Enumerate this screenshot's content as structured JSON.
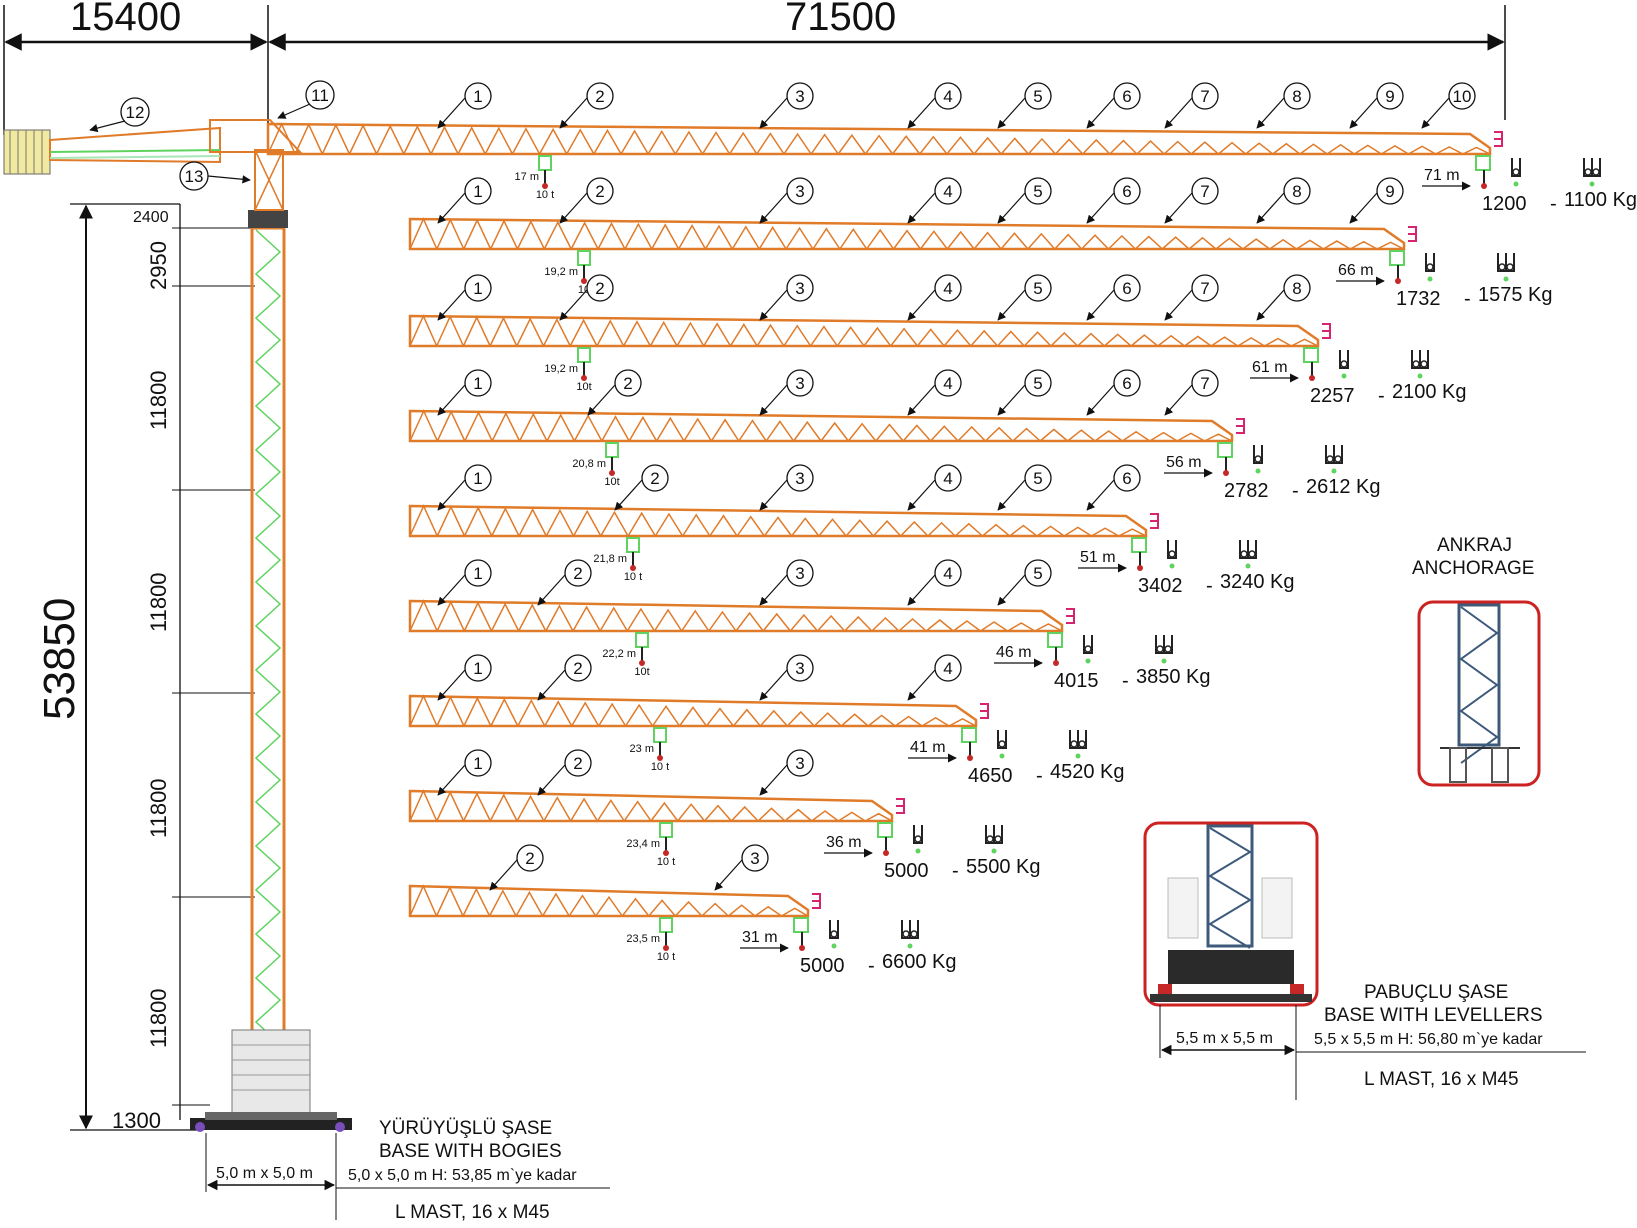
{
  "top_dims": {
    "counter": "15400",
    "main": "71500"
  },
  "height_total": "53850",
  "mast_dims": [
    "2400",
    "2950",
    "11800",
    "11800",
    "11800",
    "11800",
    "1300"
  ],
  "tower_callouts": [
    "11",
    "12",
    "13"
  ],
  "jibs": [
    {
      "segments": [
        "1",
        "2",
        "3",
        "4",
        "5",
        "6",
        "7",
        "8",
        "9",
        "10"
      ],
      "radius": "71 m",
      "hook_pos": "17 m",
      "hook_load": "10 t",
      "load_single": "1200",
      "load_double": "1100 Kg"
    },
    {
      "segments": [
        "1",
        "2",
        "3",
        "4",
        "5",
        "6",
        "7",
        "8",
        "9"
      ],
      "radius": "66 m",
      "hook_pos": "19,2 m",
      "hook_load": "10",
      "load_single": "1732",
      "load_double": "1575 Kg"
    },
    {
      "segments": [
        "1",
        "2",
        "3",
        "4",
        "5",
        "6",
        "7",
        "8"
      ],
      "radius": "61 m",
      "hook_pos": "19,2 m",
      "hook_load": "10t",
      "load_single": "2257",
      "load_double": "2100 Kg"
    },
    {
      "segments": [
        "1",
        "2",
        "3",
        "4",
        "5",
        "6",
        "7"
      ],
      "radius": "56 m",
      "hook_pos": "20,8 m",
      "hook_load": "10t",
      "load_single": "2782",
      "load_double": "2612 Kg"
    },
    {
      "segments": [
        "1",
        "2",
        "3",
        "4",
        "5",
        "6"
      ],
      "radius": "51 m",
      "hook_pos": "21,8 m",
      "hook_load": "10 t",
      "load_single": "3402",
      "load_double": "3240 Kg"
    },
    {
      "segments": [
        "1",
        "2",
        "3",
        "4",
        "5"
      ],
      "radius": "46 m",
      "hook_pos": "22,2 m",
      "hook_load": "10t",
      "load_single": "4015",
      "load_double": "3850 Kg"
    },
    {
      "segments": [
        "1",
        "2",
        "3",
        "4"
      ],
      "radius": "41 m",
      "hook_pos": "23 m",
      "hook_load": "10 t",
      "load_single": "4650",
      "load_double": "4520 Kg"
    },
    {
      "segments": [
        "1",
        "2",
        "3"
      ],
      "radius": "36 m",
      "hook_pos": "23,4 m",
      "hook_load": "10 t",
      "load_single": "5000",
      "load_double": "5500 Kg"
    },
    {
      "segments": [
        "2",
        "3"
      ],
      "radius": "31 m",
      "hook_pos": "23,5 m",
      "hook_load": "10 t",
      "load_single": "5000",
      "load_double": "6600 Kg"
    }
  ],
  "anchorage": {
    "title_tr": "ANKRAJ",
    "title_en": "ANCHORAGE"
  },
  "base_levellers": {
    "title_tr": "PABUÇLU ŞASE",
    "title_en": "BASE WITH LEVELLERS",
    "size": "5,5 m x 5,5 m",
    "spec": "5,5 x 5,5 m  H: 56,80 m`ye kadar",
    "mast": "L MAST, 16 x M45"
  },
  "base_bogies": {
    "title_tr": "YÜRÜYÜŞLÜ ŞASE",
    "title_en": "BASE WITH BOGIES",
    "size": "5,0 m x 5,0 m",
    "spec": "5,0 x 5,0 m  H: 53,85 m`ye kadar",
    "mast": "L MAST, 16 x M45"
  },
  "colors": {
    "truss": "#e07b2a",
    "green": "#5fd35f",
    "magenta": "#d6246e",
    "frame": "#cc2222",
    "steel": "#3d5a7a"
  }
}
